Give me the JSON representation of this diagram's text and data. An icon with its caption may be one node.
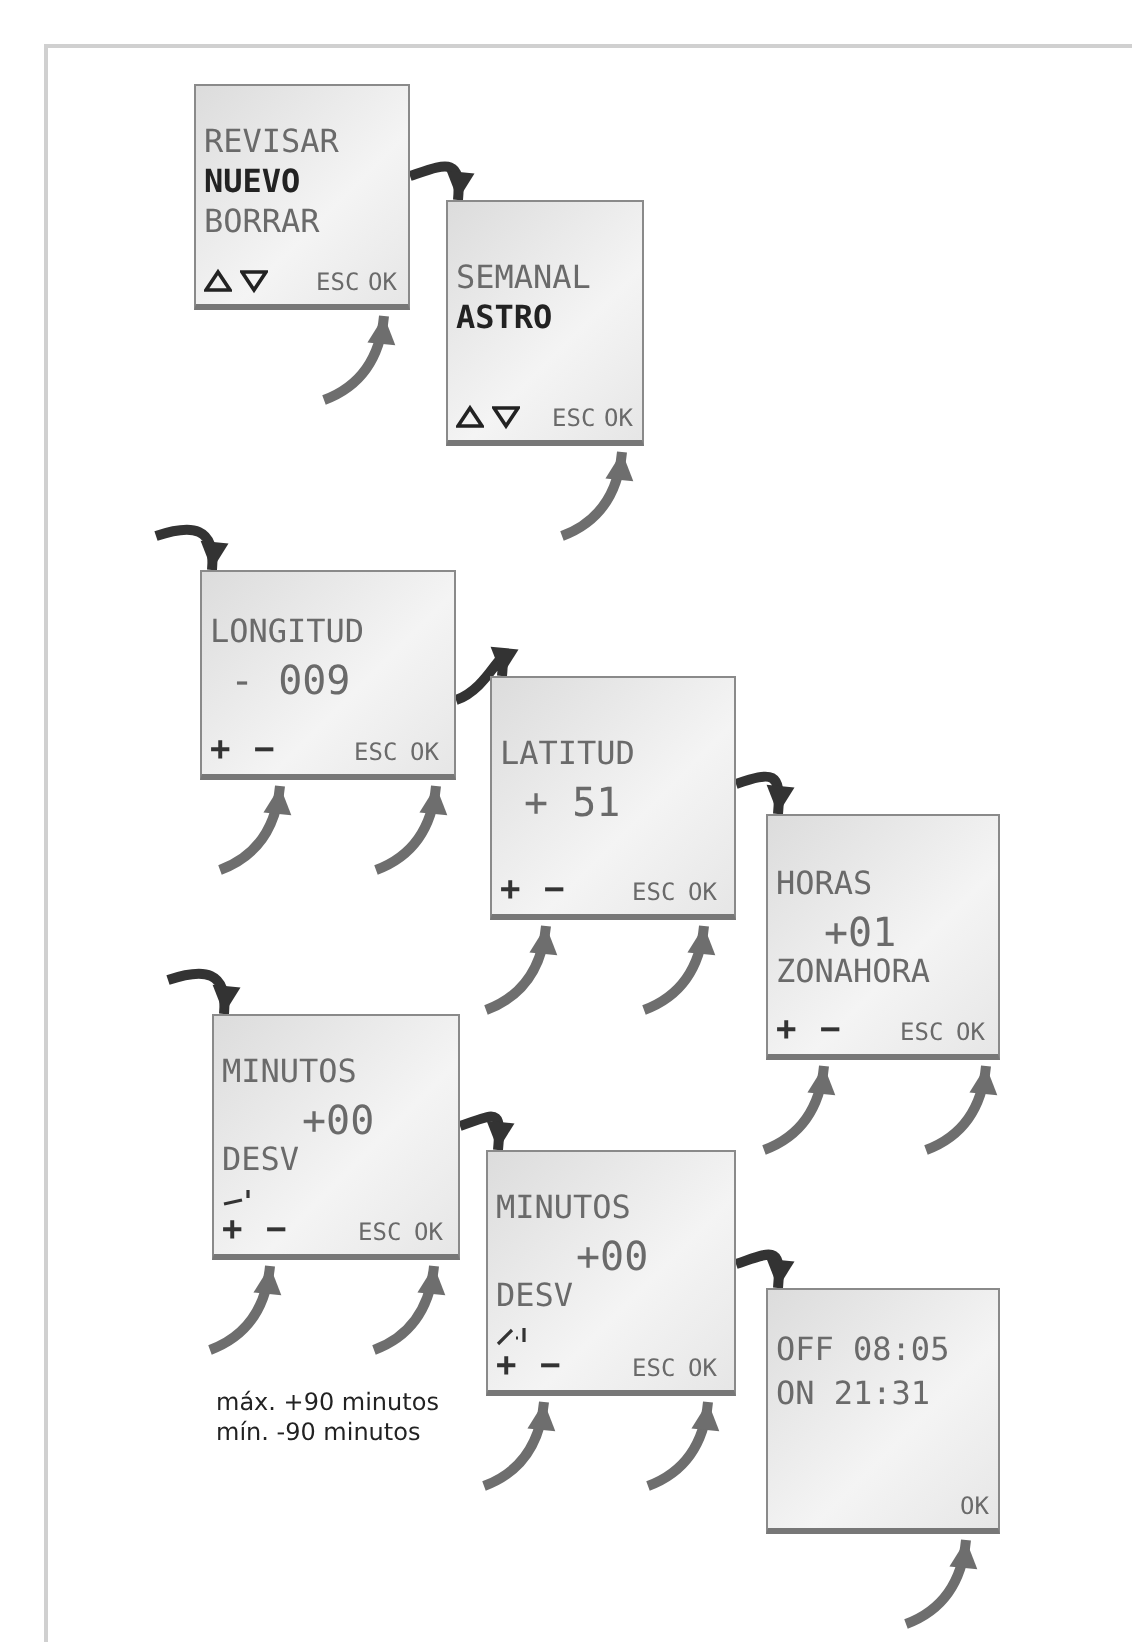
{
  "diagram": {
    "nodes": [
      {
        "text": [
          "REVISAR",
          "NUEVO",
          "BORRAR",
          "ESC",
          "OK"
        ]
      },
      {
        "text": [
          "SEMANAL",
          "ASTRO",
          "ESC",
          "OK"
        ]
      },
      {
        "text": [
          "LONGITUD",
          "- 009",
          "+",
          "−",
          "ESC",
          "OK"
        ]
      },
      {
        "text": [
          "LATITUD",
          "+ 51",
          "+",
          "−",
          "ESC",
          "OK"
        ]
      },
      {
        "text": [
          "HORAS",
          "+01",
          "ZONAHORA",
          "+",
          "−",
          "ESC",
          "OK"
        ]
      },
      {
        "text": [
          "MINUTOS",
          "+00",
          "DESV",
          "+",
          "−",
          "ESC",
          "OK"
        ],
        "beside": [
          "máx. +90 minutos",
          "mín. -90 minutos"
        ]
      },
      {
        "text": [
          "MINUTOS",
          "+00",
          "DESV",
          "+",
          "−",
          "ESC",
          "OK"
        ]
      },
      {
        "text": [
          "OFF 08:05",
          "ON 21:31",
          "OK"
        ]
      }
    ],
    "edges": [
      {
        "from": 0,
        "to": 1,
        "arrow": "to",
        "color": "#333333"
      },
      {
        "from": null,
        "to": 2,
        "arrow": "to",
        "color": "#333333"
      },
      {
        "from": 2,
        "to": 3,
        "arrow": "to",
        "color": "#333333"
      },
      {
        "from": 3,
        "to": 4,
        "arrow": "to",
        "color": "#333333"
      },
      {
        "from": null,
        "to": 5,
        "arrow": "to",
        "color": "#333333"
      },
      {
        "from": 5,
        "to": 6,
        "arrow": "to",
        "color": "#333333"
      },
      {
        "from": 6,
        "to": 7,
        "arrow": "to",
        "color": "#333333"
      },
      {
        "from": null,
        "to": 0,
        "arrow": "to"
      },
      {
        "from": null,
        "to": 1,
        "arrow": "to"
      },
      {
        "from": null,
        "to": 2,
        "arrow": "to"
      },
      {
        "from": null,
        "to": 2,
        "arrow": "to"
      },
      {
        "from": null,
        "to": 3,
        "arrow": "to"
      },
      {
        "from": null,
        "to": 3,
        "arrow": "to"
      },
      {
        "from": null,
        "to": 4,
        "arrow": "to"
      },
      {
        "from": null,
        "to": 4,
        "arrow": "to"
      },
      {
        "from": null,
        "to": 5,
        "arrow": "to"
      },
      {
        "from": null,
        "to": 5,
        "arrow": "to"
      },
      {
        "from": null,
        "to": 6,
        "arrow": "to"
      },
      {
        "from": null,
        "to": 6,
        "arrow": "to"
      },
      {
        "from": null,
        "to": 7,
        "arrow": "to"
      }
    ]
  }
}
